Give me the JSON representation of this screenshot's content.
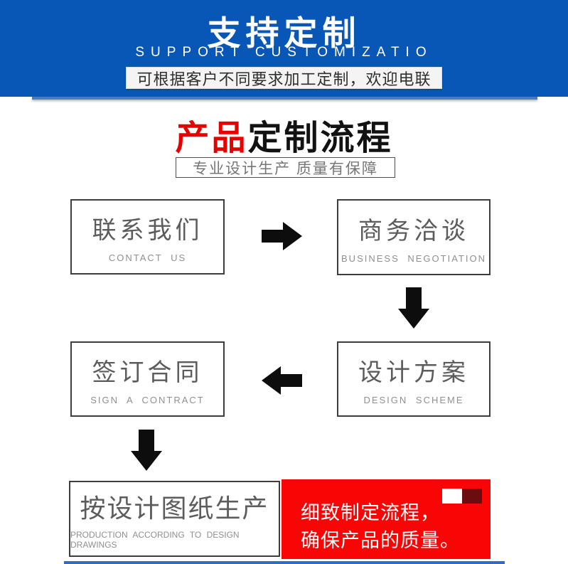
{
  "banner": {
    "title_cn": "支持定制",
    "title_en": "SUPPORT CUSTOMIZATIO",
    "note": "可根据客户不同要求加工定制，欢迎电联"
  },
  "section": {
    "title_red": "产品",
    "title_black": "定制流程",
    "subtitle": "专业设计生产 质量有保障"
  },
  "flow": {
    "steps": [
      {
        "cn": "联系我们",
        "en": "CONTACT US"
      },
      {
        "cn": "商务洽谈",
        "en": "BUSINESS NEGOTIATION"
      },
      {
        "cn": "设计方案",
        "en": "DESIGN SCHEME"
      },
      {
        "cn": "签订合同",
        "en": "SIGN A CONTRACT"
      },
      {
        "cn": "按设计图纸生产",
        "en": "PRODUCTION ACCORDING TO DESIGN DRAWINGS"
      }
    ],
    "highlight": {
      "line1": "细致制定流程，",
      "line2": "确保产品的质量。"
    }
  },
  "icons": {
    "arrow_right": "solid right arrow",
    "arrow_down": "solid down arrow",
    "arrow_left": "solid left arrow"
  },
  "colors": {
    "banner_blue": "#0856b6",
    "accent_red": "#f90505",
    "dark_red_square": "#6b0c10",
    "title_red": "#e60000",
    "bottom_strip_blue": "#2e6cc8"
  }
}
